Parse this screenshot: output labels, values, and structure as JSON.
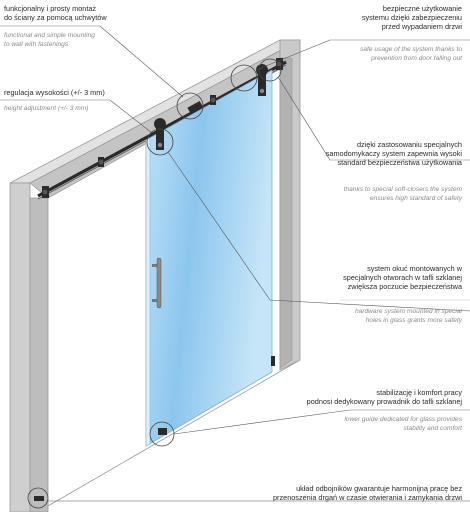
{
  "callouts": {
    "fastening": {
      "pl": "funkcjonalny i prosty montaż\ndo ściany za pomocą uchwytów",
      "en": "functional and simple mounting\nto wall with fastenings"
    },
    "height": {
      "pl": "regulacja wysokości (+/- 3 mm)",
      "en": "height adjustment (+/- 3 mm)"
    },
    "safety_fall": {
      "pl": "bezpieczne użytkowanie\nsystemu dzięki zabezpieczeniu\nprzed wypadaniem drzwi",
      "en": "safe usage of the system thanks to\nprevention from door falling out"
    },
    "soft_close": {
      "pl": "dzięki zastosowaniu specjalnych\nsamodomykaczy system zapewnia wysoki\nstandard bezpieczeństwa użytkowania",
      "en": "thanks to special soft-closers the system\nensures high standard of safety"
    },
    "glass_holes": {
      "pl": "system okuć montowanych w\nspecjalnych otworach w tafli szklanej\nzwiększa poczucie bezpieczeństwa",
      "en": "hardware system mounted in special\nholes in glass grants more safety"
    },
    "lower_guide": {
      "pl": "stabilizację i komfort pracy\npodnosi dedykowany prowadnik do tafli szklanej",
      "en": "lower guide dedicated for glass provides\nstability and comfort"
    },
    "bumpers": {
      "pl": "układ odbojników gwarantuje harmonijną pracę bez\nprzenoszenia drgań w czasie otwierania i zamykania drzwi"
    }
  },
  "colors": {
    "wall": "#c9c9c9",
    "wall_edge": "#9a9a9a",
    "glass": "#aed7f3",
    "hardware": "#2a2a2a",
    "leader": "#555555",
    "separator": "#cccccc"
  }
}
